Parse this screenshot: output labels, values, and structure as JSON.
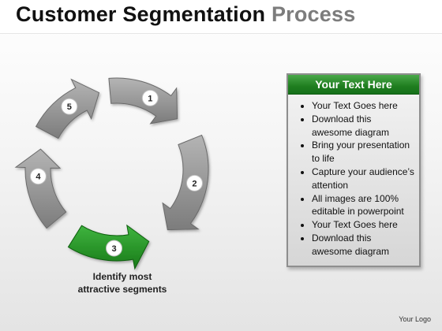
{
  "title": {
    "part1": "Customer Segmentation",
    "part2": "Process"
  },
  "cycle": {
    "steps": [
      {
        "number": "1",
        "active": false
      },
      {
        "number": "2",
        "active": false
      },
      {
        "number": "3",
        "active": true
      },
      {
        "number": "4",
        "active": false
      },
      {
        "number": "5",
        "active": false
      }
    ],
    "colors": {
      "inactive": "#9a9a9a",
      "active": "#2a9a2a",
      "badge": "#ffffff"
    }
  },
  "caption": {
    "line1": "Identify most",
    "line2": "attractive segments"
  },
  "panel": {
    "heading": "Your Text Here",
    "bullets": [
      "Your Text Goes here",
      "Download this awesome diagram",
      "Bring your presentation to life",
      "Capture your audience’s attention",
      "All images are 100% editable in powerpoint",
      "Your Text Goes here",
      "Download this awesome diagram"
    ]
  },
  "footer": {
    "logo": "Your Logo"
  }
}
